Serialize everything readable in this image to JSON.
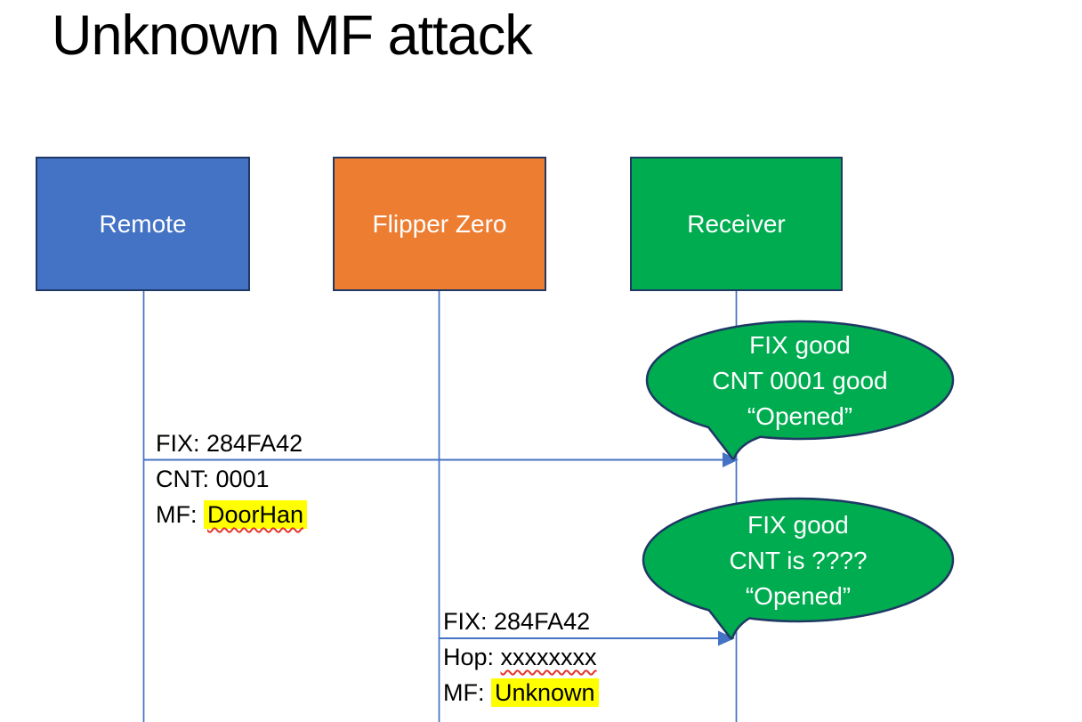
{
  "slide": {
    "title": "Unknown MF attack"
  },
  "actors": [
    {
      "label": "Remote",
      "fill": "#4472C4"
    },
    {
      "label": "Flipper Zero",
      "fill": "#ED7D31"
    },
    {
      "label": "Receiver",
      "fill": "#00AC50"
    }
  ],
  "messages": [
    {
      "from": "Remote",
      "to": "Receiver",
      "lines": [
        {
          "prefix": "FIX: ",
          "value": "284FA42"
        },
        {
          "prefix": "CNT: ",
          "value": "0001"
        },
        {
          "prefix": "MF: ",
          "value": "DoorHan"
        }
      ]
    },
    {
      "from": "Flipper Zero",
      "to": "Receiver",
      "lines": [
        {
          "prefix": "FIX: ",
          "value": "284FA42"
        },
        {
          "prefix": "Hop: ",
          "value": "xxxxxxxx"
        },
        {
          "prefix": "MF: ",
          "value": "Unknown"
        }
      ]
    }
  ],
  "callouts": [
    {
      "lines": [
        "FIX good",
        "CNT 0001 good",
        "“Opened”"
      ]
    },
    {
      "lines": [
        "FIX good",
        "CNT is ????",
        "“Opened”"
      ]
    }
  ],
  "colors": {
    "actor_border": "#1F3864",
    "connector_blue": "#4472C4",
    "callout_fill": "#00AC50",
    "highlight_yellow": "#FFFF00",
    "squiggle_red": "#E5342A",
    "title_text": "#000000",
    "background": "#FFFFFF"
  }
}
